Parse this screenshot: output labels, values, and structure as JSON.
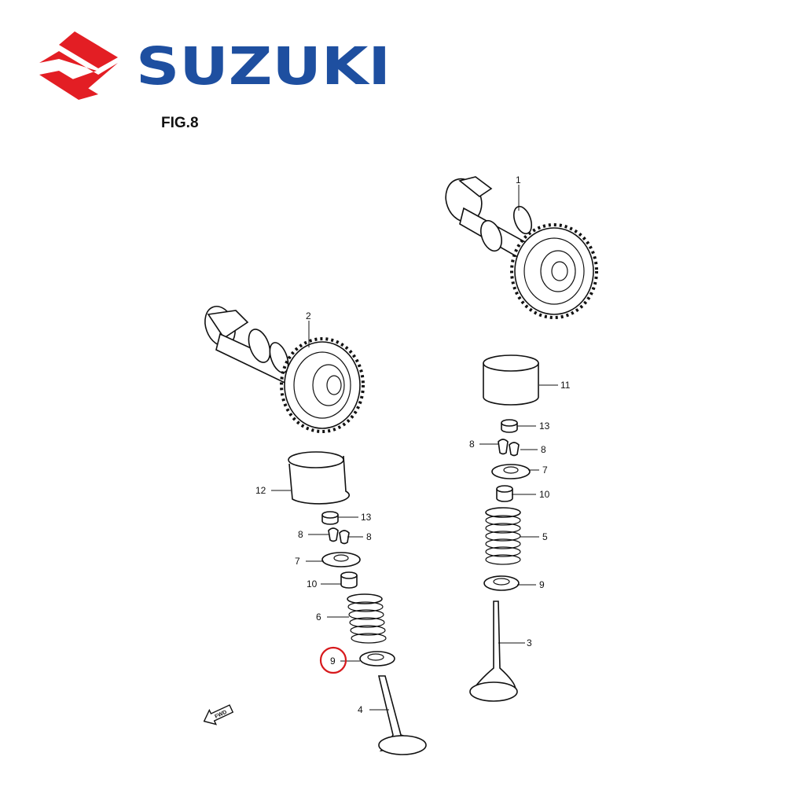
{
  "brand": {
    "name": "SUZUKI",
    "logo_color": "#e31e24",
    "wordmark_color": "#1e4fa0"
  },
  "figure": {
    "title": "FIG.8",
    "highlighted_callout": "9",
    "highlight_color": "#d7191c"
  },
  "callouts": {
    "c1": "1",
    "c2": "2",
    "c3": "3",
    "c4": "4",
    "c5": "5",
    "c6": "6",
    "c7a": "7",
    "c7b": "7",
    "c8a": "8",
    "c8b": "8",
    "c8c": "8",
    "c8d": "8",
    "c9a": "9",
    "c9b": "9",
    "c10a": "10",
    "c10b": "10",
    "c11": "11",
    "c12": "12",
    "c13a": "13",
    "c13b": "13"
  },
  "fwd_marker": {
    "label": "FWD",
    "icon": "fwd-arrow-icon"
  }
}
